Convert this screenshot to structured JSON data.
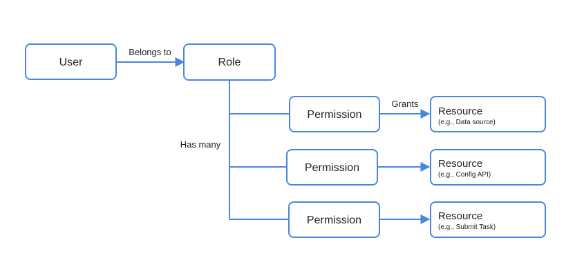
{
  "colors": {
    "stroke": "#4a86e0",
    "text": "#202124",
    "background": "#ffffff"
  },
  "nodes": {
    "user": "User",
    "role": "Role",
    "permissions": [
      "Permission",
      "Permission",
      "Permission"
    ],
    "resources": [
      {
        "title": "Resource",
        "subtitle": "(e.g., Data source)"
      },
      {
        "title": "Resource",
        "subtitle": "(e.g., Config API)"
      },
      {
        "title": "Resource",
        "subtitle": "(e.g., Submit Task)"
      }
    ]
  },
  "edges": {
    "belongs_to": "Belongs to",
    "has_many": "Has many",
    "grants": "Grants"
  }
}
